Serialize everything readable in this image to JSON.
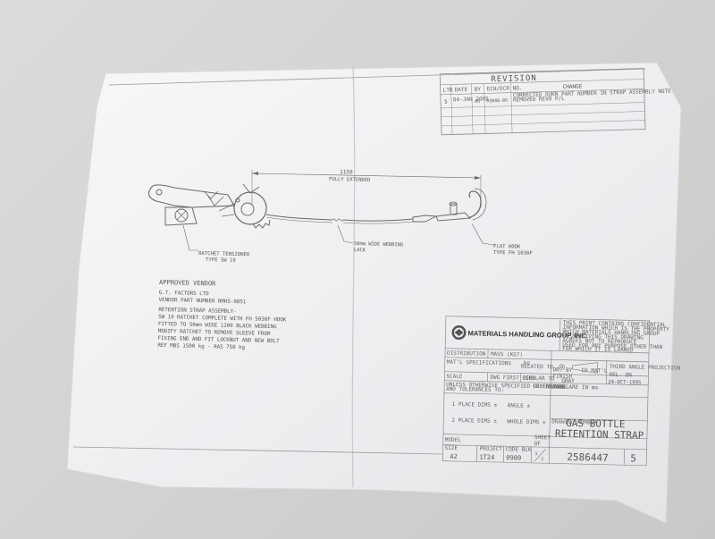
{
  "drawing": {
    "dimension_length": "1150",
    "fully_extended": "FULLY EXTENDED",
    "ratchet_label_1": "RATCHET TENSIONER",
    "ratchet_label_2": "TYPE SW 19",
    "webbing_label_1": "50mm WIDE WEBBING",
    "webbing_label_2": "LACK",
    "hook_label_1": "FLAT HOOK",
    "hook_label_2": "TYPE FH 5030F"
  },
  "vendor": {
    "title": "APPROVED VENDOR",
    "line1": "G.T. FACTORS LTD",
    "line2": "VENDOR PART NUMBER RMHS-0851",
    "spec1": "RETENTION STRAP ASSEMBLY-",
    "spec2": "SW 19 RATCHET COMPLETE WITH FH 5030F HOOK",
    "spec3": "FITTED TO 50mm WIDE 1200 BLACK WEBBING",
    "spec4": "MODIFY RATCHET TO REMOVE SLEEVE FROM",
    "spec5": "FIXING END AND FIT LOCKNUT AND NEW BOLT",
    "spec6": "REF MBS 1500 kg - RAS 750 kg"
  },
  "revision": {
    "title": "REVISION",
    "col_ltr": "LTR",
    "col_date": "DATE",
    "col_by": "BY",
    "col_ecn": "ECN/ECR NO.",
    "col_change": "CHANGE",
    "row_ltr": "5",
    "row_date": "04-JAN 2005",
    "row_by": "AS",
    "row_ecn": "93048-05",
    "row_change1": "CORRECTED OUKN PART NUMBER IN STRAP ASSEMBLY NOTE",
    "row_change2": "REMOVED REV0 P/L"
  },
  "title_block": {
    "company": "MATERIALS HANDLING GROUP, INC.",
    "notice1": "THIS PRINT CONTAINS CONFIDENTIAL",
    "notice2": "INFORMATION WHICH IS THE PROPERTY",
    "notice3": "WHICH MATERIALS HANDLING GROUP",
    "notice4": "BY RECEIVING THIS DRAWING",
    "notice5": "AGREES NOT TO REPRODUCE",
    "notice6": "USED FOR ANY PURPOSE OTHER THAN",
    "notice7": "FOR WHICH IT IS LOANED",
    "distribution": "DISTRIBUTION",
    "matl_spec": "MAT'L SPECIFICATIONS",
    "mass": "MASS (KG?)",
    "kg": "kg",
    "related": "RELATED TO",
    "scale": "SCALE",
    "dwg_first": "DWG FIRST USED",
    "similar": "SIMILAR TO",
    "third_angle": "THIRD ANGLE PROJECTION",
    "finish": "FINISH",
    "finish_val": "GRAY",
    "dr_by": "DR. BY",
    "ck_matl": "CK MAT'L",
    "rel_date": "REL. ON",
    "date_val": "24-OCT-1995",
    "tol_note1": "UNLESS OTHERWISE SPECIFIED DIMENSIONS ARE IN mm",
    "tol_note2": "AND TOLERANCES TO:",
    "one_place": "1 PLACE DIMS ±",
    "angle": "ANGLE ±",
    "two_place": "2 PLACE DIMS ±",
    "whole": "WHOLE DIMS ±",
    "drawing_label": "CR. DRAWING",
    "name_label": "NAME",
    "name1": "GAS BOTTLE",
    "name2": "RETENTION STRAP",
    "model_label": "MODEL",
    "size_label": "SIZE",
    "size_val": "A2",
    "project_label": "PROJECT",
    "project_val": "1T24",
    "code_label": "CODE BLK",
    "code_val": "0900",
    "sheet_label": "SHEET",
    "sheet_val": "1",
    "sheet_of": "OF",
    "sheet_total": "1",
    "dwg_no_label": "DRAWING NUMBER",
    "dwg_no": "2586447",
    "rev_val": "5"
  },
  "colors": {
    "paper": "#f4f4f6",
    "line": "#7a7a7a",
    "text": "#555555"
  }
}
